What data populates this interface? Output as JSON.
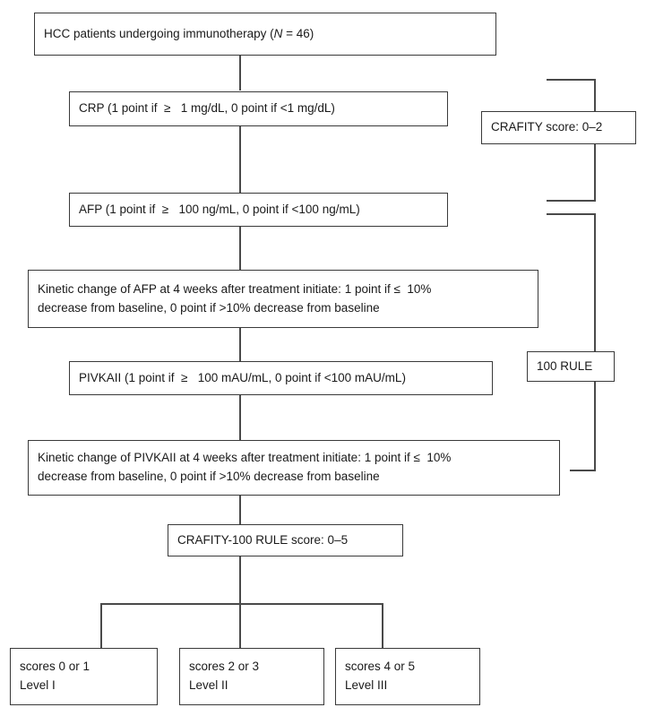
{
  "diagram": {
    "title": "CRAFITY-100 RULE scoring flowchart",
    "type": "flowchart",
    "line_color": "#4a4a4a",
    "box_border_color": "#3a3a3a",
    "background": "#ffffff"
  },
  "nodes": {
    "cohort": {
      "id": "cohort",
      "text": "HCC patients undergoing immunotherapy (N = 46)",
      "prefix": "HCC patients undergoing immunotherapy (",
      "italic": "N",
      "suffix": " = 46)"
    },
    "crp": {
      "id": "crp",
      "text": "CRP (1 point if  ≥   1 mg/dL, 0 point if <1 mg/dL)"
    },
    "crafity_score": {
      "id": "crafity-score",
      "text": "CRAFITY score: 0–2"
    },
    "afp": {
      "id": "afp",
      "text": "AFP (1 point if  ≥   100 ng/mL, 0 point if <100 ng/mL)"
    },
    "afp_kinetic": {
      "id": "afp-kinetic",
      "line1": "Kinetic change of AFP at 4 weeks after treatment initiate: 1 point if ≤  10%",
      "line2": "decrease from baseline, 0 point if >10% decrease from baseline"
    },
    "pivkaii": {
      "id": "pivkaii",
      "text": "PIVKAII (1 point if  ≥   100 mAU/mL, 0 point if <100 mAU/mL)"
    },
    "rule_100": {
      "id": "rule-100",
      "text": "100 RULE"
    },
    "pivkaii_kinetic": {
      "id": "pivkaii-kinetic",
      "line1": "Kinetic change of PIVKAII at 4 weeks after treatment initiate: 1 point if ≤  10%",
      "line2": "decrease from baseline, 0 point if >10% decrease from baseline"
    },
    "combined_score": {
      "id": "combined-score",
      "text": "CRAFITY-100 RULE score: 0–5"
    },
    "level1": {
      "id": "level-1",
      "line1": "scores 0 or 1",
      "line2": "Level I"
    },
    "level2": {
      "id": "level-2",
      "line1": "scores 2 or 3",
      "line2": "Level II"
    },
    "level3": {
      "id": "level-3",
      "line1": "scores 4 or 5",
      "line2": "Level III"
    }
  }
}
